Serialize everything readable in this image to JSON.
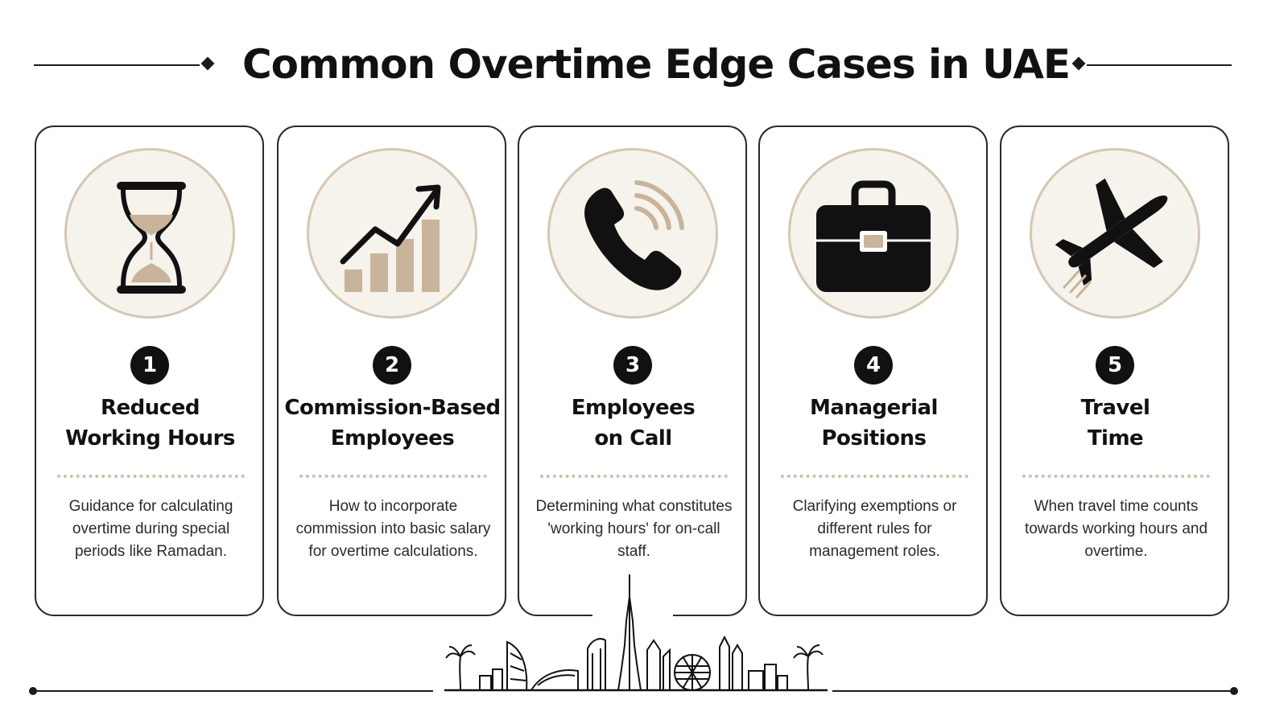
{
  "title": "Common Overtime Edge Cases in UAE",
  "colors": {
    "ink": "#111111",
    "accent_tan": "#c8b49a",
    "circle_fill": "#f6f2ec",
    "circle_border": "#d5c7b3"
  },
  "cards": [
    {
      "number": "1",
      "icon": "hourglass-icon",
      "title_line1": "Reduced",
      "title_line2": "Working Hours",
      "description": "Guidance for calculating overtime during special periods like Ramadan."
    },
    {
      "number": "2",
      "icon": "growth-chart-icon",
      "title_line1": "Commission-Based",
      "title_line2": "Employees",
      "description": "How to incorporate commission into basic salary for overtime calculations."
    },
    {
      "number": "3",
      "icon": "phone-icon",
      "title_line1": "Employees",
      "title_line2": "on Call",
      "description": "Determining what constitutes 'working hours' for on-call staff."
    },
    {
      "number": "4",
      "icon": "briefcase-icon",
      "title_line1": "Managerial",
      "title_line2": "Positions",
      "description": "Clarifying exemptions or different rules for management roles."
    },
    {
      "number": "5",
      "icon": "airplane-icon",
      "title_line1": "Travel",
      "title_line2": "Time",
      "description": "When travel time counts towards working hours and overtime."
    }
  ],
  "footer_icon": "dubai-skyline-icon"
}
